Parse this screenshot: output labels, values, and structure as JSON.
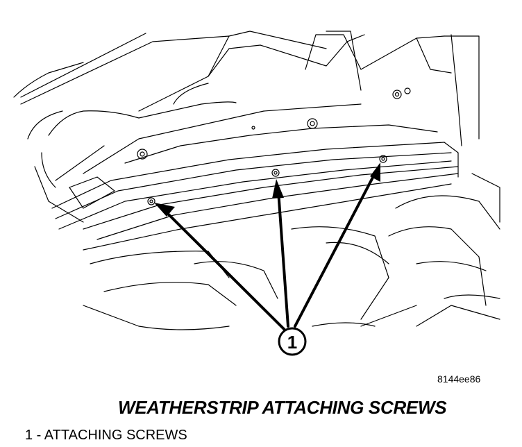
{
  "figure": {
    "id": "8144ee86",
    "caption": "WEATHERSTRIP ATTACHING SCREWS",
    "callout_number": "1",
    "legend": [
      {
        "text": "1 - ATTACHING SCREWS"
      }
    ]
  }
}
